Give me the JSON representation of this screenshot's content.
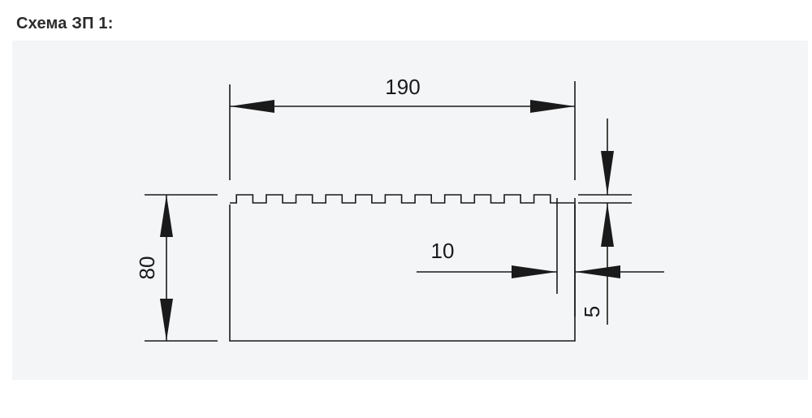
{
  "caption": "Схема ЗП 1:",
  "colors": {
    "panel_background": "#f4f5f7",
    "line": "#1a1a1a"
  },
  "drawing": {
    "teeth_count": 11,
    "dimensions": {
      "width": "190",
      "height": "80",
      "offset": "10",
      "tooth_height": "5"
    }
  }
}
